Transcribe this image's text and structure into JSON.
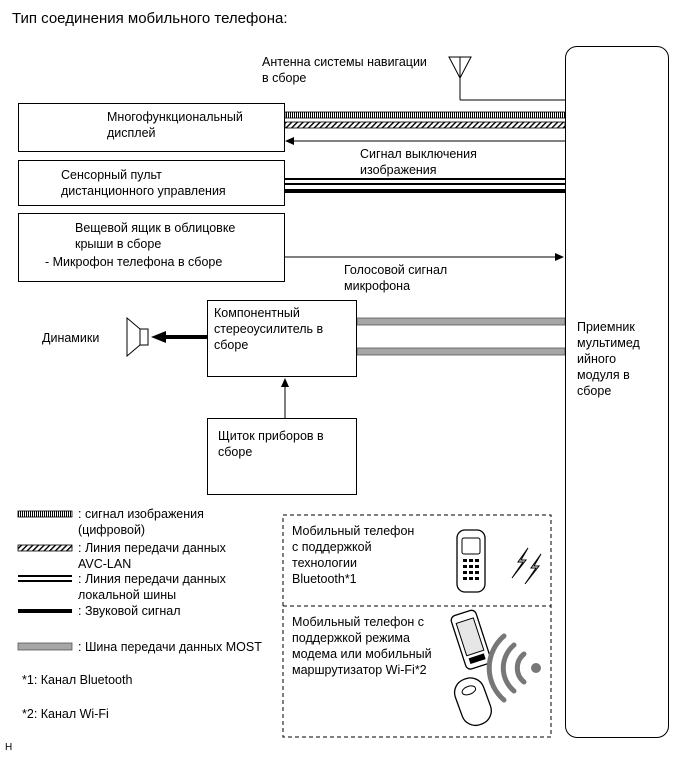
{
  "title": "Тип соединения мобильного телефона:",
  "antenna": [
    "Антенна системы навигации",
    "в сборе"
  ],
  "boxes": {
    "display": [
      "Многофункциональный",
      "дисплей"
    ],
    "remote": [
      "Сенсорный пульт",
      "дистанционного управления"
    ],
    "storage": [
      "Вещевой ящик в облицовке",
      "крыши в сборе",
      "- Микрофон телефона в сборе"
    ],
    "amplifier": [
      "Компонентный",
      "стереоусилитель в",
      "сборе"
    ],
    "meter": [
      "Щиток приборов в",
      "сборе"
    ],
    "receiver": [
      "Приемник",
      "мультимед",
      "ийного",
      "модуля в",
      "сборе"
    ]
  },
  "signals": {
    "image_off": [
      "Сигнал выключения",
      "изображения"
    ],
    "mic": [
      "Голосовой сигнал",
      "микрофона"
    ]
  },
  "speakers": "Динамики",
  "legend": [
    {
      "text": ": сигнал изображения",
      "text2": "(цифровой)",
      "style": "digital"
    },
    {
      "text": ": Линия передачи данных",
      "text2": "AVC-LAN",
      "style": "avc"
    },
    {
      "text": ": Линия передачи данных",
      "text2": "локальной шины",
      "style": "local"
    },
    {
      "text": ": Звуковой сигнал",
      "text2": "",
      "style": "sound"
    },
    {
      "text": ": Шина передачи данных MOST",
      "text2": "",
      "style": "most"
    }
  ],
  "notes": [
    "*1: Канал Bluetooth",
    "*2: Канал Wi-Fi"
  ],
  "phones": {
    "bluetooth": [
      "Мобильный телефон",
      "с поддержкой",
      "технологии",
      "Bluetooth*1"
    ],
    "wifi": [
      "Мобильный телефон с",
      "поддержкой режима",
      "модема или мобильный",
      "маршрутизатор Wi-Fi*2"
    ]
  },
  "footer_code": "H",
  "colors": {
    "line": "#000000",
    "most": "#a6a6a6"
  },
  "icons": [
    "antenna-icon",
    "speaker-icon",
    "phone-icon",
    "smartphone-icon",
    "router-icon",
    "lightning-icon",
    "wifi-icon"
  ]
}
